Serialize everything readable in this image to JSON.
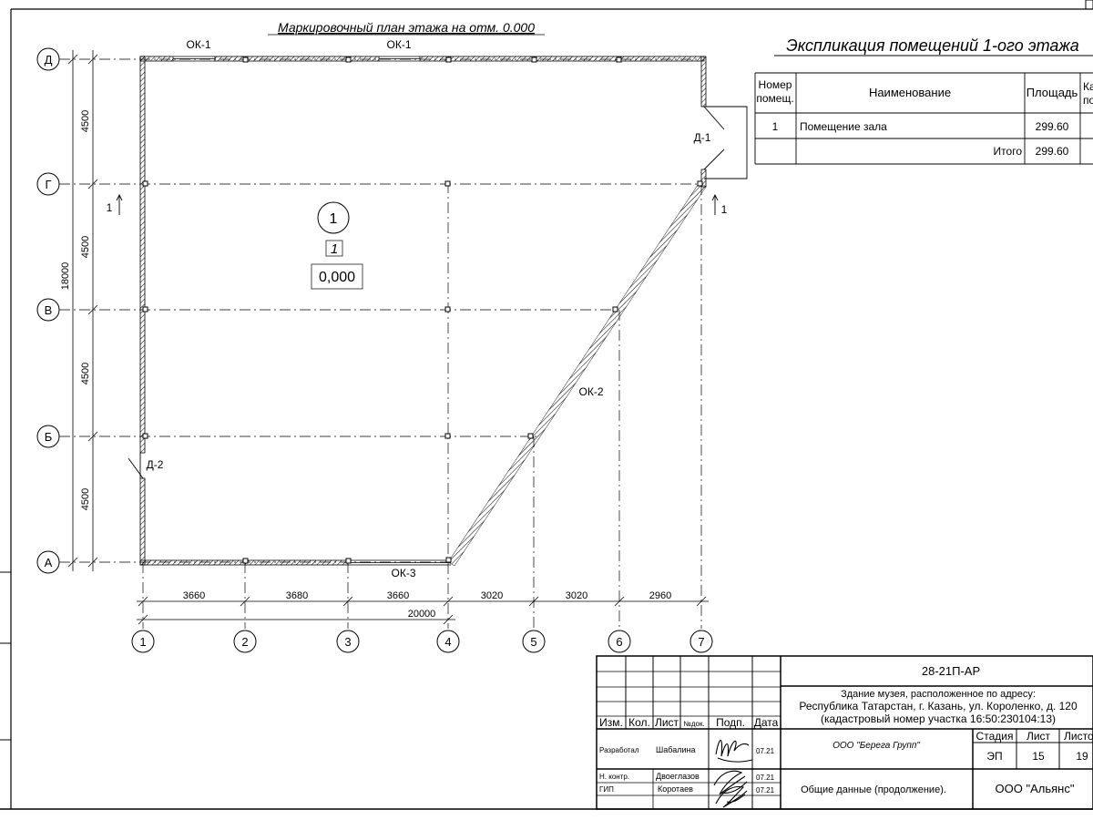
{
  "plan": {
    "title": "Маркировочный план этажа на отм. 0.000",
    "row_axes": [
      "Д",
      "Г",
      "В",
      "Б",
      "А"
    ],
    "column_axes": [
      "1",
      "2",
      "3",
      "4",
      "5",
      "6",
      "7"
    ],
    "row_dims": [
      "4500",
      "4500",
      "4500",
      "4500"
    ],
    "total_height": "18000",
    "column_dims": [
      "3660",
      "3680",
      "3660",
      "3020",
      "3020",
      "2960"
    ],
    "total_width": "20000",
    "openings": {
      "ok1_a": "ОК-1",
      "ok1_b": "ОК-1",
      "ok2": "ОК-2",
      "ok3": "ОК-3",
      "d1": "Д-1",
      "d2": "Д-2"
    },
    "section_marks": [
      "1",
      "1"
    ],
    "room": {
      "number": "1",
      "type": "1",
      "level": "0,000"
    }
  },
  "explication": {
    "title": "Экспликация помещений 1-ого этажа",
    "headers": {
      "number": [
        "Номер",
        "помещ."
      ],
      "name": "Наименование",
      "area": "Площадь",
      "cat": [
        "Ка",
        "по"
      ]
    },
    "rows": [
      {
        "number": "1",
        "name": "Помещение зала",
        "area": "299.60"
      }
    ],
    "total_label": "Итого",
    "total_area": "299.60"
  },
  "stamp": {
    "code": "28-21П-АР",
    "description": [
      "Здание музея, расположенное по адресу:",
      "Республика Татарстан, г. Казань, ул. Короленко, д. 120",
      "(кадастровый номер участка 16:50:230104:13)"
    ],
    "headers": {
      "izm": "Изм.",
      "kol": "Кол.",
      "list": "Лист",
      "ndoc": "№док.",
      "podp": "Подп.",
      "data": "Дата"
    },
    "developer_org": "ООО \"Берега Групп\"",
    "stage_labels": {
      "stage": "Стадия",
      "sheet": "Лист",
      "sheets": "Листо"
    },
    "stage": "ЭП",
    "sheet": "15",
    "sheets": "19",
    "sheet_title": "Общие данные (продолжение).",
    "company": "ООО \"Альянс\"",
    "people": [
      {
        "role": "Разработал",
        "name": "Шабалина",
        "date": "07.21"
      },
      {
        "role": "Н. контр.",
        "name": "Двоеглазов",
        "date": "07.21"
      },
      {
        "role": "ГИП",
        "name": "Коротаев",
        "date": "07.21"
      }
    ]
  }
}
